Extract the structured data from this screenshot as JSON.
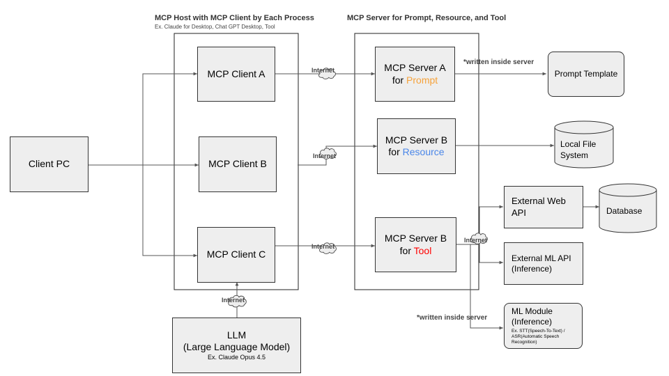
{
  "host": {
    "title": "MCP Host with MCP Client by Each Process",
    "subtitle": "Ex. Claude for Desktop, Chat GPT Desktop, Tool"
  },
  "server_group": {
    "title": "MCP Server for Prompt, Resource, and Tool"
  },
  "client_pc": "Client PC",
  "clients": {
    "a": "MCP Client A",
    "b": "MCP Client B",
    "c": "MCP Client C"
  },
  "servers": {
    "a": {
      "line1": "MCP Server A",
      "prefix": "for ",
      "kind": "Prompt",
      "kind_color": "#f6a23a"
    },
    "b": {
      "line1": "MCP Server B",
      "prefix": "for ",
      "kind": "Resource",
      "kind_color": "#4a86e8"
    },
    "c": {
      "line1": "MCP Server B",
      "prefix": "for ",
      "kind": "Tool",
      "kind_color": "#ff0000"
    }
  },
  "llm": {
    "line1": "LLM",
    "line2": "(Large Language Model)",
    "example": "Ex. Claude Opus 4.5"
  },
  "internet_label": "Internet",
  "notes": {
    "prompt_note": "*written inside server",
    "ml_note": "*written inside server"
  },
  "prompt_template": "Prompt Template",
  "local_file_system": {
    "line1": "Local File",
    "line2": "System"
  },
  "external_web_api": {
    "line1": "External Web",
    "line2": "API"
  },
  "database": "Database",
  "external_ml_api": {
    "line1": "External ML API",
    "line2": "(Inference)"
  },
  "ml_module": {
    "line1": "ML Module",
    "line2": "(Inference)",
    "detail": "Ex.  STT(Speech-To-Text) / ASR(Automatic Speech Recognition)"
  }
}
